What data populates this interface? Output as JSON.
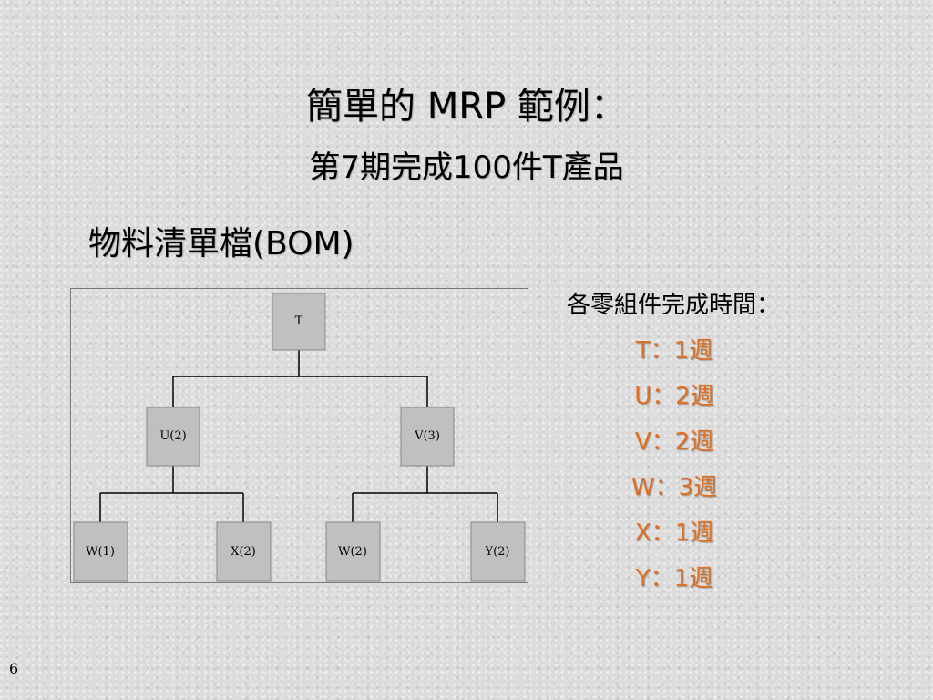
{
  "slide": {
    "title": "簡單的 MRP 範例：",
    "subtitle": "第7期完成100件T產品",
    "section_label": "物料清單檔(BOM)",
    "page_number": "6"
  },
  "bom": {
    "nodes": [
      {
        "label": "T"
      },
      {
        "label": "U(2)"
      },
      {
        "label": "V(3)"
      },
      {
        "label": "W(1)"
      },
      {
        "label": "X(2)"
      },
      {
        "label": "W(2)"
      },
      {
        "label": "Y(2)"
      }
    ]
  },
  "lead_times": {
    "heading": "各零組件完成時間：",
    "items": [
      {
        "text": "T：1週"
      },
      {
        "text": "U：2週"
      },
      {
        "text": "V：2週"
      },
      {
        "text": "W：3週"
      },
      {
        "text": "X：1週"
      },
      {
        "text": "Y：1週"
      }
    ],
    "color": "#e07020"
  }
}
